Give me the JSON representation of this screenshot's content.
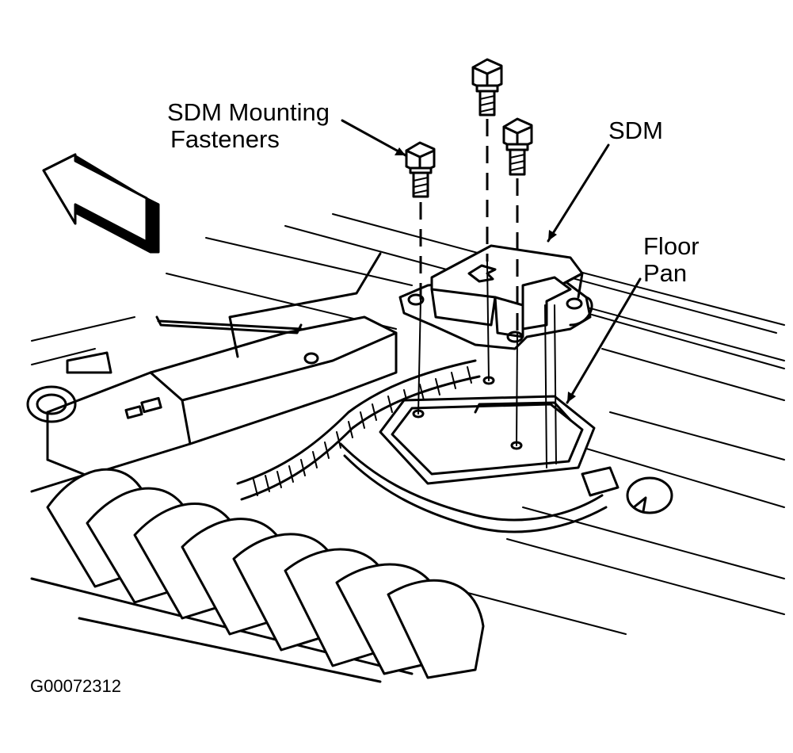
{
  "labels": {
    "fasteners_line1": "SDM Mounting",
    "fasteners_line2": "Fasteners",
    "sdm": "SDM",
    "floor_pan_line1": "Floor",
    "floor_pan_line2": "Pan"
  },
  "figure_code": "G00072312",
  "colors": {
    "ink": "#000000",
    "paper": "#ffffff"
  }
}
